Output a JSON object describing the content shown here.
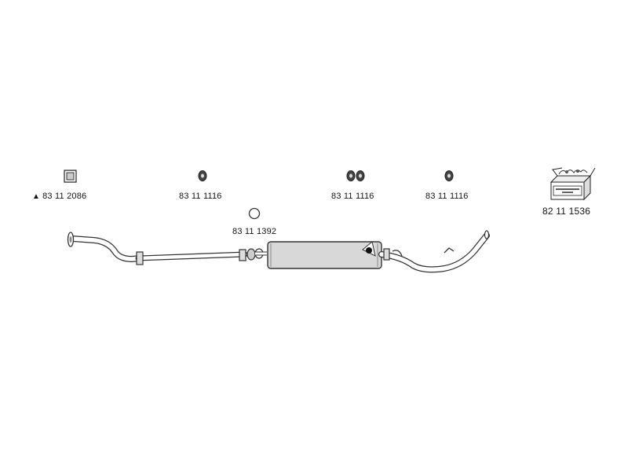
{
  "parts": [
    {
      "id": "a",
      "prefix": "▲",
      "number": "83 11 2086",
      "icon": "square-gasket-icon"
    },
    {
      "id": "b",
      "number": "83 11 1116",
      "icon": "rubber-mount-icon"
    },
    {
      "id": "c",
      "number": "83 11 1116",
      "icon": "double-rubber-mount-icon"
    },
    {
      "id": "d",
      "number": "83 11 1116",
      "icon": "rubber-mount-icon"
    },
    {
      "id": "e",
      "number": "82 11 1536",
      "icon": "mounting-kit-box-icon"
    },
    {
      "id": "f",
      "number": "83 11 1392",
      "icon": "ring-gasket-icon"
    }
  ],
  "colors": {
    "line": "#333333",
    "fill": "#d8d8d8",
    "background": "#ffffff"
  }
}
